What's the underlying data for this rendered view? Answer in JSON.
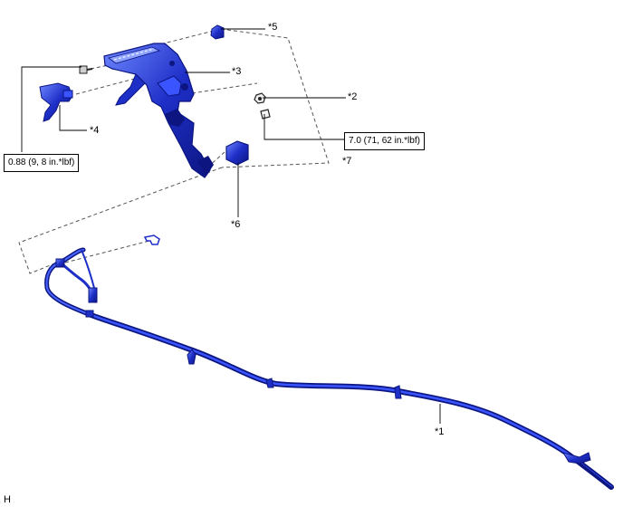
{
  "callouts": {
    "c1": "*1",
    "c2": "*2",
    "c3": "*3",
    "c4": "*4",
    "c5": "*5",
    "c6": "*6",
    "c7": "*7"
  },
  "torque": {
    "small_bolt": "0.88 (9, 8 in.*lbf)",
    "nut": "7.0 (71, 62 in.*lbf)"
  },
  "corner_mark": "H",
  "colors": {
    "part_blue": "#1e2fc8",
    "part_dark": "#0c1580",
    "part_light": "#6f88ff",
    "leader": "#000000",
    "dashed": "#555555"
  }
}
